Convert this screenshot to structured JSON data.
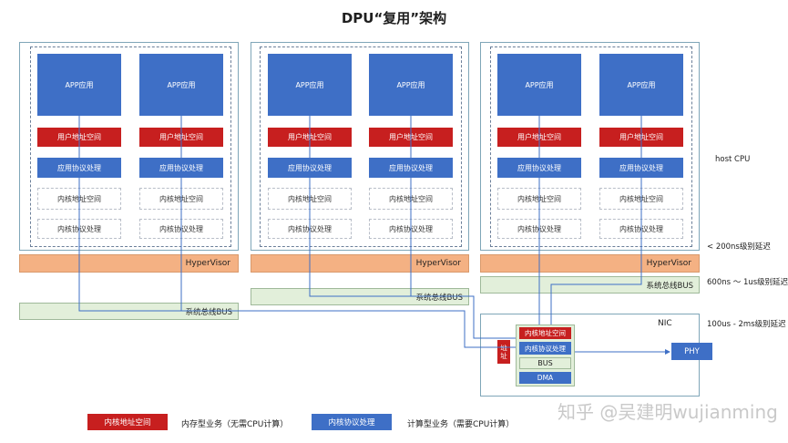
{
  "title": "DPU“复用”架构",
  "vm": {
    "app": "APP应用",
    "user_addr": "用户地址空间",
    "app_proto": "应用协议处理",
    "kernel_addr": "内核地址空间",
    "kernel_proto": "内核协议处理"
  },
  "hypervisor": "HyperVisor",
  "bus": "系统总线BUS",
  "notes": {
    "host_cpu": "host CPU",
    "lat1": "< 200ns级别延迟",
    "lat2": "600ns ～ 1us级别延迟",
    "lat3": "100us - 2ms级别延迟"
  },
  "nic": {
    "label": "NIC",
    "addr": "地址",
    "kernel_addr": "内核地址空间",
    "kernel_proto": "内核协议处理",
    "bus": "BUS",
    "dma": "DMA",
    "phy": "PHY"
  },
  "legend": {
    "red_box": "内核地址空间",
    "red_desc": "内存型业务（无需CPU计算）",
    "blue_box": "内核协议处理",
    "blue_desc": "计算型业务（需要CPU计算）"
  },
  "watermark": "知乎 @吴建明wujianming",
  "colors": {
    "blue": "#3e6fc6",
    "red": "#c71f1f",
    "hypervisor": "#f4b183",
    "bus": "#e2efda"
  }
}
